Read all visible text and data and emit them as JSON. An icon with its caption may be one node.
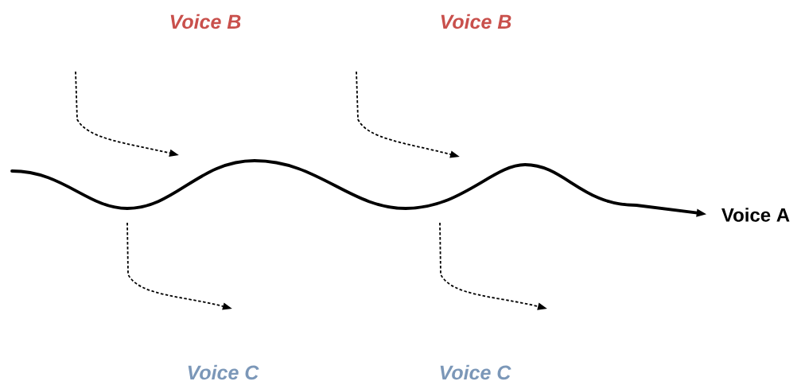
{
  "diagram": {
    "nodes": [
      {
        "text": [
          "Voice B"
        ]
      },
      {
        "text": [
          "Voice B"
        ]
      },
      {
        "text": [
          "Voice A"
        ]
      },
      {
        "text": [
          "Voice C"
        ]
      },
      {
        "text": [
          "Voice C"
        ]
      }
    ],
    "edges": [
      {
        "from": null,
        "to": 2,
        "arrow": "to"
      }
    ]
  }
}
